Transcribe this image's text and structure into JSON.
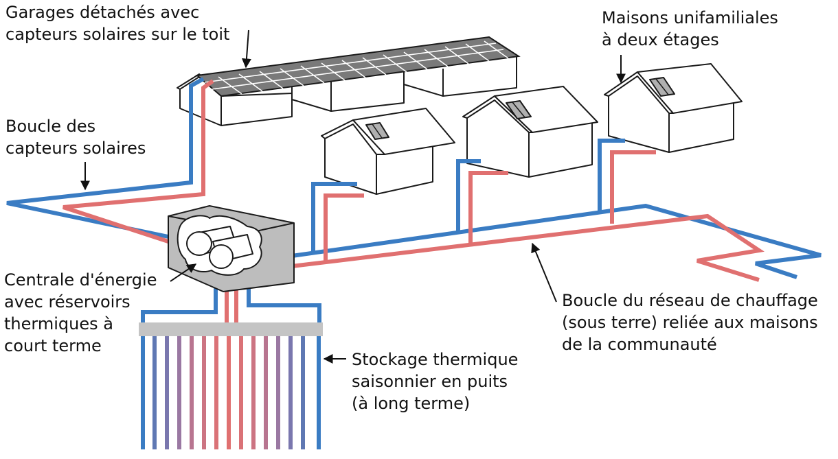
{
  "colors": {
    "cold_pipe": "#3a7cc3",
    "hot_pipe": "#e07070",
    "building_stroke": "#1a1a1a",
    "solar_panel": "#7a7a7a",
    "skylight": "#b0b0b0",
    "plant_body": "#bdbdbd",
    "manifold": "#c4c4c4"
  },
  "labels": {
    "garages": [
      "Garages détachés avec",
      "capteurs solaires sur le toit"
    ],
    "houses": [
      "Maisons unifamiliales",
      "à deux étages"
    ],
    "solar_loop": [
      "Boucle des",
      "capteurs solaires"
    ],
    "energy_plant": [
      "Centrale d'énergie",
      "avec réservoirs",
      "thermiques à",
      "court terme"
    ],
    "district_loop": [
      "Boucle du réseau de chauffage",
      "(sous terre) reliée aux maisons",
      "de la communauté"
    ],
    "borehole_storage": [
      "Stockage thermique",
      "saisonnier en puits",
      "(à long terme)"
    ]
  },
  "icons": {
    "arrow": "pointer-arrow-icon",
    "solar_panel": "solar-panel-icon",
    "storage_tank": "storage-tank-icon"
  }
}
